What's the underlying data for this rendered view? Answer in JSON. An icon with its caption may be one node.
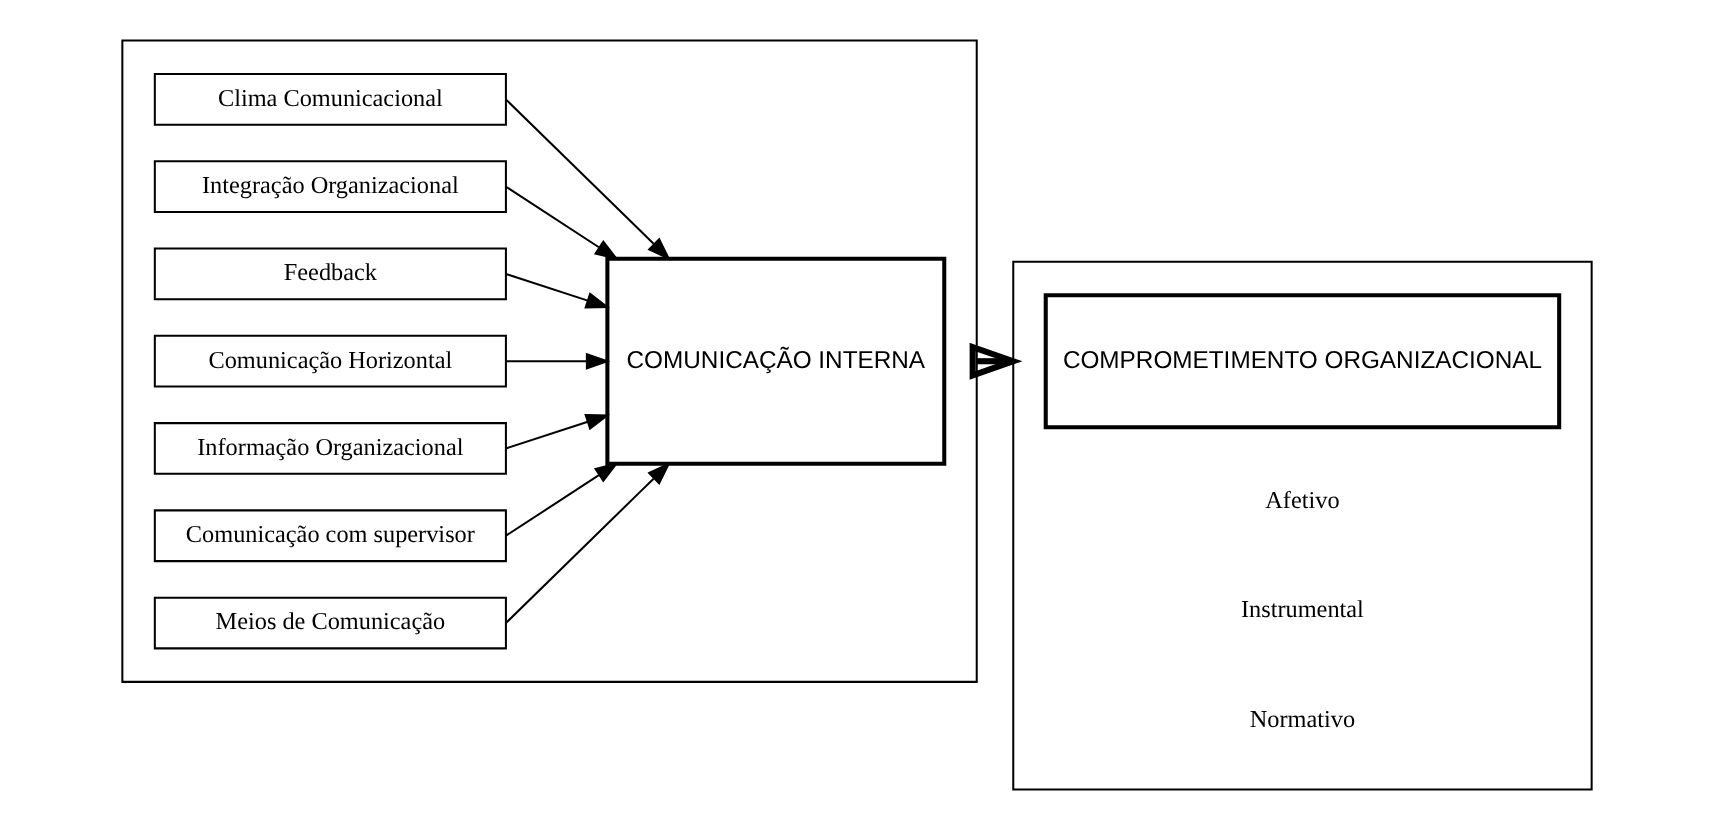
{
  "diagram": {
    "nodes": [
      {
        "text": [],
        "shape": "box"
      },
      {
        "text": [
          "Clima Comunicacional"
        ],
        "in": 0
      },
      {
        "text": [
          "Integração Organizacional"
        ],
        "in": 0
      },
      {
        "text": [
          "Feedback"
        ],
        "in": 0
      },
      {
        "text": [
          "Comunicação Horizontal"
        ],
        "in": 0
      },
      {
        "text": [
          "Informação Organizacional"
        ],
        "in": 0
      },
      {
        "text": [
          "Comunicação com supervisor"
        ],
        "in": 0
      },
      {
        "text": [
          "Meios de Comunicação"
        ],
        "in": 0
      },
      {
        "text": [
          "COMUNICAÇÃO INTERNA"
        ],
        "in": 0
      },
      {
        "text": [],
        "shape": "box"
      },
      {
        "text": [
          "COMPROMETIMENTO ORGANIZACIONAL"
        ],
        "in": 9
      }
    ],
    "edges": [
      {
        "from": 1,
        "to": 8,
        "arrow": "to"
      },
      {
        "from": 2,
        "to": 8,
        "arrow": "to"
      },
      {
        "from": 3,
        "to": 8,
        "arrow": "to"
      },
      {
        "from": 4,
        "to": 8,
        "arrow": "to"
      },
      {
        "from": 5,
        "to": 8,
        "arrow": "to"
      },
      {
        "from": 6,
        "to": 8,
        "arrow": "to"
      },
      {
        "from": 7,
        "to": 8,
        "arrow": "to"
      },
      {
        "from": 0,
        "to": 9,
        "arrow": "to",
        "style": "thick"
      }
    ],
    "labels": [
      "Afetivo",
      "Instrumental",
      "Normativo"
    ]
  }
}
